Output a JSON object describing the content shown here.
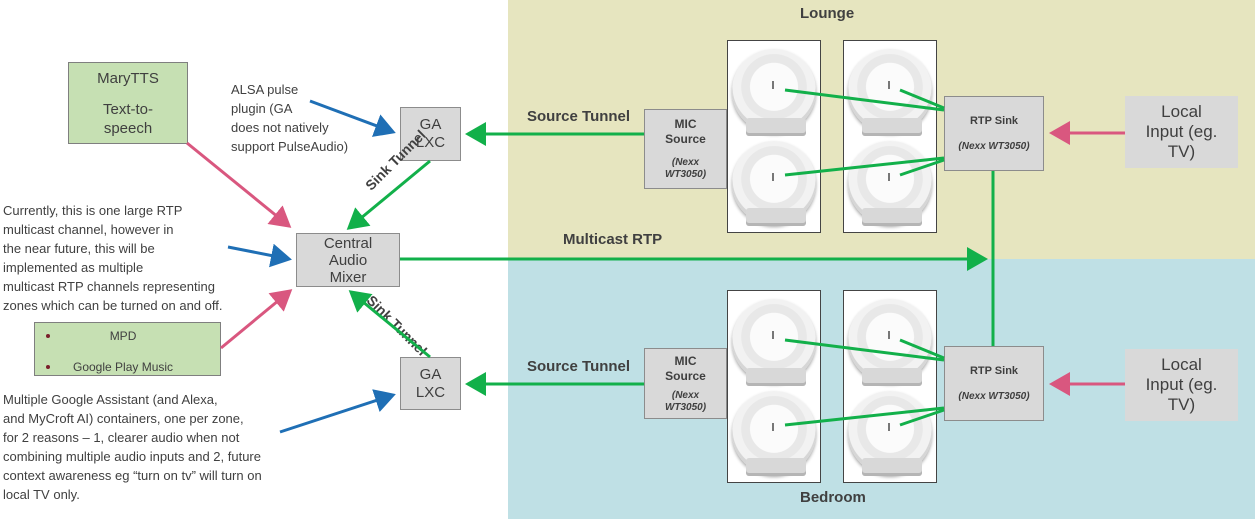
{
  "zones": {
    "lounge": "Lounge",
    "bedroom": "Bedroom"
  },
  "marytts": {
    "line1": "MaryTTS",
    "line2": "Text-to-",
    "line3": "speech"
  },
  "alsa_note": [
    "ALSA pulse",
    "plugin (GA",
    "does not natively",
    "support PulseAudio)"
  ],
  "ga_top": {
    "line1": "GA",
    "line2": "LXC"
  },
  "ga_bottom": {
    "line1": "GA",
    "line2": "LXC"
  },
  "mixer": {
    "line1": "Central",
    "line2": "Audio",
    "line3": "Mixer"
  },
  "multicast_note": [
    "Currently, this is one large RTP",
    "multicast channel, however in",
    "the near future, this will be",
    "implemented  as multiple",
    "multicast RTP channels representing",
    "zones which can be turned on and off."
  ],
  "sources_list": [
    "MPD",
    "Google Play Music"
  ],
  "containers_note": [
    "Multiple Google Assistant (and Alexa,",
    "and MyCroft AI) containers, one per zone,",
    "for 2 reasons – 1, clearer audio when not",
    "combining multiple audio inputs and 2, future",
    "context awareness eg “turn on tv” will turn on",
    "local TV only."
  ],
  "labels": {
    "source_tunnel_top": "Source Tunnel",
    "source_tunnel_bottom": "Source Tunnel",
    "sink_tunnel_top": "Sink Tunnel",
    "sink_tunnel_bottom": "Sink Tunnel",
    "multicast_rtp": "Multicast RTP"
  },
  "mic_top": {
    "line1": "MIC",
    "line2": "Source",
    "model": "(Nexx WT3050)"
  },
  "mic_bottom": {
    "line1": "MIC",
    "line2": "Source",
    "model": "(Nexx WT3050)"
  },
  "rtp_top": {
    "title": "RTP Sink",
    "model": "(Nexx WT3050)"
  },
  "rtp_bottom": {
    "title": "RTP Sink",
    "model": "(Nexx WT3050)"
  },
  "local_top": {
    "line1": "Local",
    "line2": "Input (eg.",
    "line3": "TV)"
  },
  "local_bottom": {
    "line1": "Local",
    "line2": "Input (eg.",
    "line3": "TV)"
  },
  "colors": {
    "green": "#12b04a",
    "blue": "#1f6fb5",
    "pink": "#d9577f",
    "lounge_bg": "#e6e5bf",
    "bedroom_bg": "#bfe0e5"
  }
}
